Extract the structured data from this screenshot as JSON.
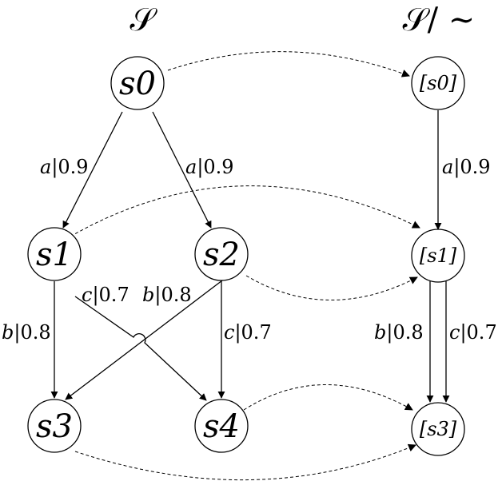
{
  "headings": {
    "left": "𝒮",
    "right": "𝒮/ ∼"
  },
  "nodes": {
    "s0": "s0",
    "s1": "s1",
    "s2": "s2",
    "s3": "s3",
    "s4": "s4",
    "q0": "[s0]",
    "q1": "[s1]",
    "q3": "[s3]"
  },
  "edge_labels": {
    "s0_s1": "a|0.9",
    "s0_s2": "a|0.9",
    "s1_s3": "b|0.8",
    "s1_s4": "c|0.7",
    "s2_s3": "b|0.8",
    "s2_s4": "c|0.7",
    "q0_q1": "a|0.9",
    "q1_q3_b": "b|0.8",
    "q1_q3_c": "c|0.7"
  }
}
